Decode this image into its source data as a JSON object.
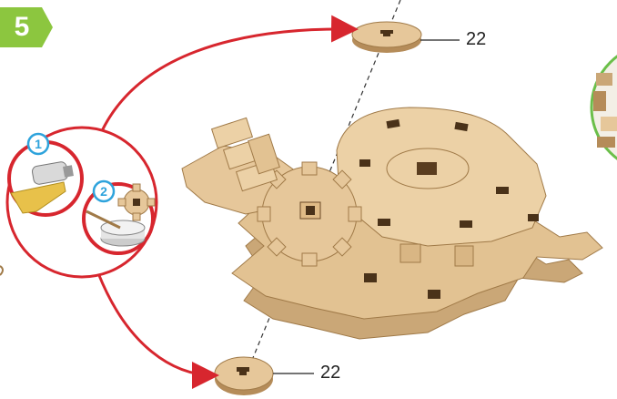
{
  "step": {
    "number": "5"
  },
  "parts": [
    {
      "id": "top",
      "label": "22"
    },
    {
      "id": "bottom",
      "label": "22"
    }
  ],
  "substeps": [
    {
      "number": "1",
      "icon": "glue-tube-icon"
    },
    {
      "number": "2",
      "icon": "glue-on-gear-icon"
    }
  ],
  "colors": {
    "badge_green": "#8cc63f",
    "arrow_red": "#d7262e",
    "wood": "#e6c79a",
    "wood_dark": "#b58c59",
    "substep_blue": "#2ea3dc",
    "inset_green": "#6bbf4a"
  }
}
